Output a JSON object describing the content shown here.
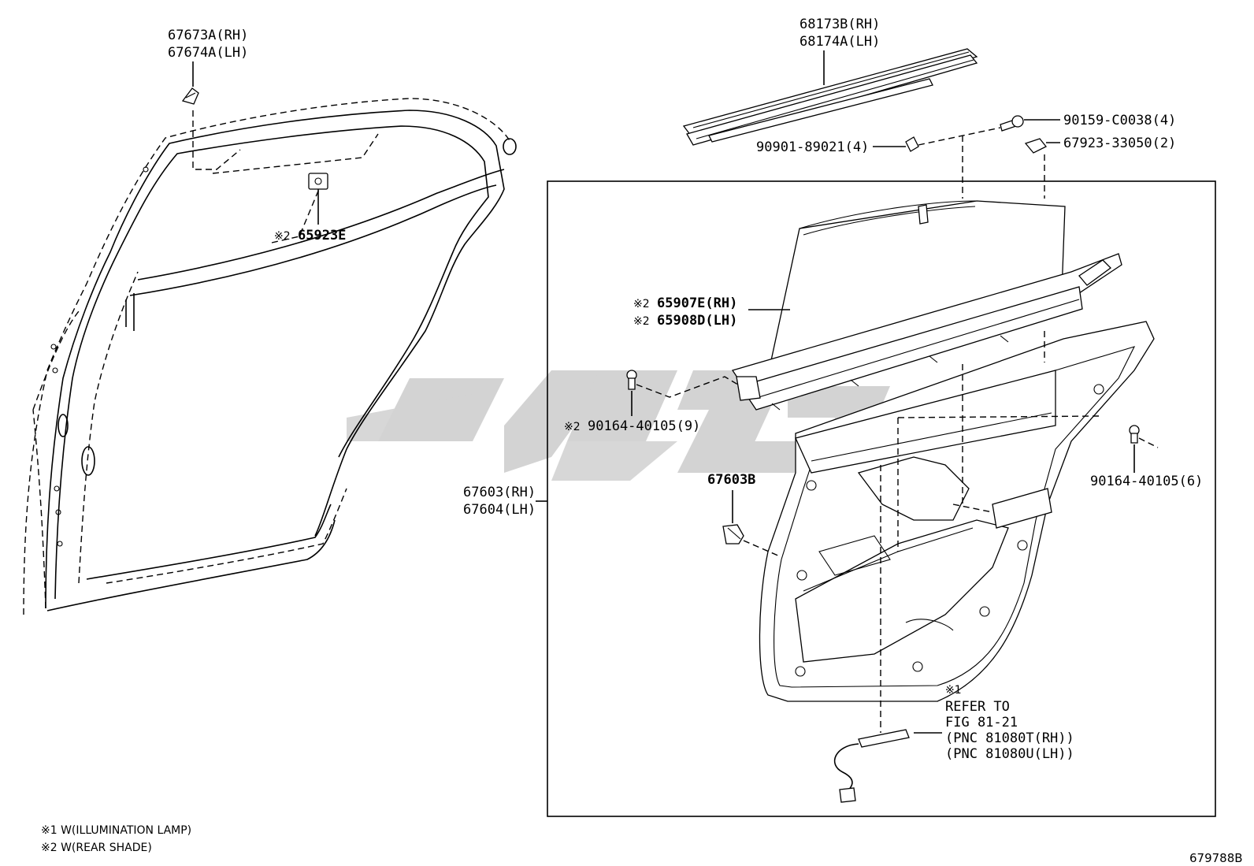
{
  "labels": {
    "weatherstrip_top_rh": "67673A(RH)",
    "weatherstrip_top_lh": "67674A(LH)",
    "glass_run_rh": "68173B(RH)",
    "glass_run_lh": "68174A(LH)",
    "screw_top": "90159-C0038(4)",
    "clip_top": "90901-89021(4)",
    "clip_right": "67923-33050(2)",
    "bracket_mark": "※2",
    "bracket": "65923E",
    "shade_mark_1": "※2",
    "shade_rh": "65907E(RH)",
    "shade_mark_2": "※2",
    "shade_lh": "65908D(LH)",
    "bolt_left_mark": "※2",
    "bolt_left": "90164-40105(9)",
    "board_rh": "67603(RH)",
    "board_lh": "67604(LH)",
    "clip_board": "67603B",
    "bolt_right": "90164-40105(6)",
    "refer_mark": "※1",
    "refer_1": "REFER TO",
    "refer_2": "FIG 81-21",
    "refer_3": "(PNC 81080T(RH))",
    "refer_4": "(PNC 81080U(LH))"
  },
  "footnotes": {
    "note_1": "※1 W(ILLUMINATION LAMP)",
    "note_2": "※2 W(REAR SHADE)"
  },
  "figure_code": "679788B",
  "watermark_color": "#c8c8c8",
  "line_color": "#000000"
}
